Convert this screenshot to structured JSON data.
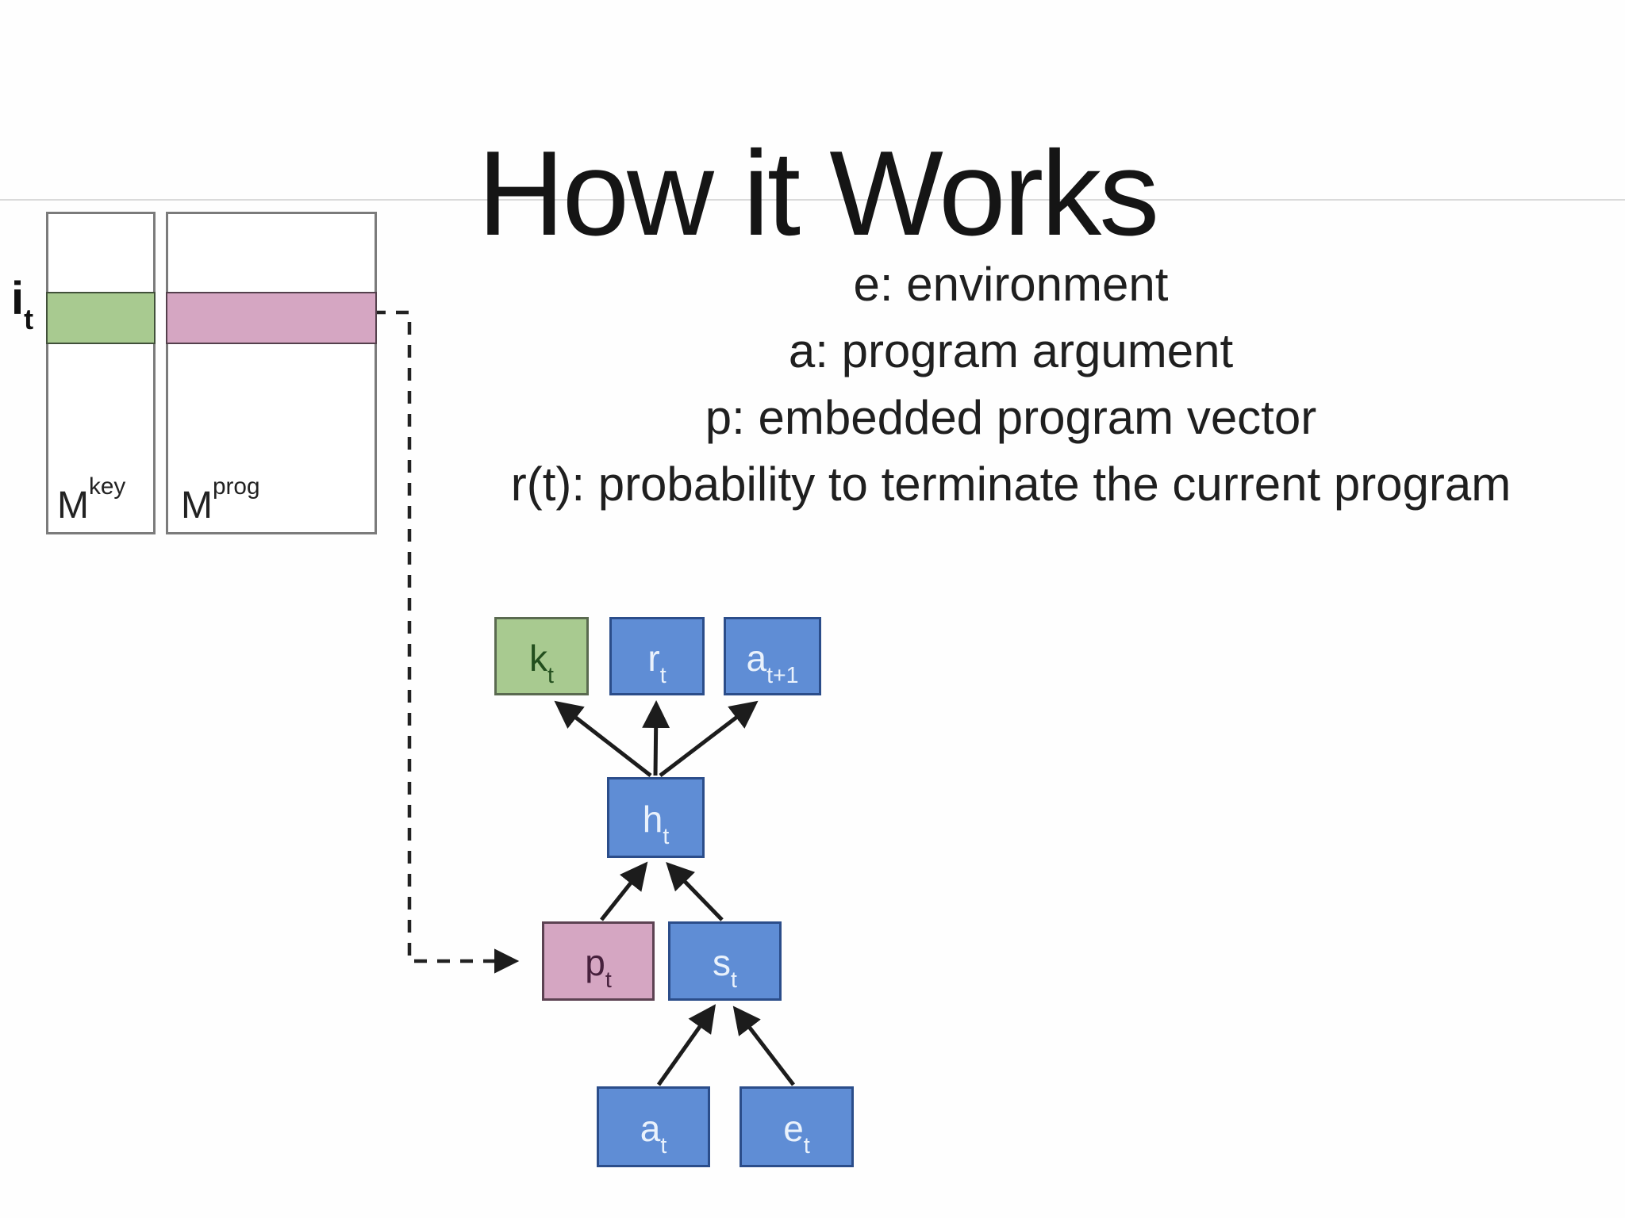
{
  "slide": {
    "title": "How it Works",
    "definitions": [
      "e: environment",
      "a: program argument",
      "p: embedded program vector",
      "r(t): probability to terminate the current program"
    ]
  },
  "memory": {
    "row_pointer": {
      "main": "i",
      "sub": "t"
    },
    "key_matrix": {
      "main": "M",
      "sup": "key"
    },
    "prog_matrix": {
      "main": "M",
      "sup": "prog"
    }
  },
  "graph": {
    "nodes": {
      "kt": {
        "main": "k",
        "sub": "t"
      },
      "rt": {
        "main": "r",
        "sub": "t"
      },
      "at1": {
        "main": "a",
        "sub": "t+1"
      },
      "ht": {
        "main": "h",
        "sub": "t"
      },
      "pt": {
        "main": "p",
        "sub": "t"
      },
      "st": {
        "main": "s",
        "sub": "t"
      },
      "at": {
        "main": "a",
        "sub": "t"
      },
      "et": {
        "main": "e",
        "sub": "t"
      }
    }
  },
  "colors": {
    "node-blue": "#5f8dd5",
    "node-blue-border": "#2b4d8a",
    "node-green": "#a8ca90",
    "node-green-border": "#5a6a50",
    "node-green-text": "#234f1e",
    "node-pink": "#d5a6c2",
    "node-pink-border": "#5c4252",
    "node-pink-text": "#46203c",
    "memory-border": "#7b7b7b",
    "arrow-black": "#1c1c1c",
    "divider-gray": "#dadada",
    "text-black": "#1a1a1a",
    "white-text": "#eaf2fc"
  }
}
